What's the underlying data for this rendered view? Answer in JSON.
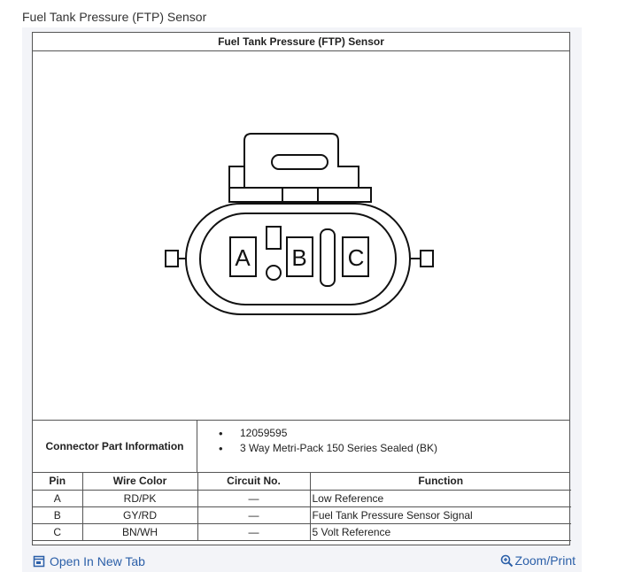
{
  "page": {
    "title": "Fuel Tank Pressure (FTP) Sensor"
  },
  "figure": {
    "title": "Fuel Tank Pressure (FTP) Sensor",
    "connector": {
      "cavities": [
        "A",
        "B",
        "C"
      ]
    },
    "part_info": {
      "label": "Connector Part Information",
      "items": [
        "12059595",
        "3 Way Metri-Pack 150 Series Sealed (BK)"
      ]
    },
    "pin_table": {
      "headers": [
        "Pin",
        "Wire Color",
        "Circuit No.",
        "Function"
      ],
      "rows": [
        [
          "A",
          "RD/PK",
          "—",
          "Low Reference"
        ],
        [
          "B",
          "GY/RD",
          "—",
          "Fuel Tank Pressure Sensor Signal"
        ],
        [
          "C",
          "BN/WH",
          "—",
          "5 Volt Reference"
        ]
      ]
    }
  },
  "links": {
    "open_new_tab": "Open In New Tab",
    "zoom_print": "Zoom/Print"
  },
  "colors": {
    "link": "#2b5fa8",
    "panel": "#f3f4f8"
  }
}
